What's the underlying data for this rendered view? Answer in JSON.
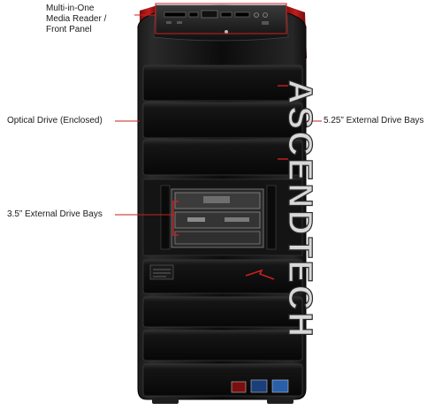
{
  "labels": {
    "media_reader_line1": "Multi-in-One",
    "media_reader_line2": "Media Reader /",
    "media_reader_line3": "Front Panel",
    "optical_drive": "Optical Drive (Enclosed)",
    "external_525": "5.25” External Drive Bays",
    "external_35": "3.5” External Drive Bays"
  },
  "brand": {
    "name": "ASCENDTECH"
  },
  "colors": {
    "case_black": "#0b0b0b",
    "bezel_red": "#b11a1a",
    "callout_red": "#cc1f1f",
    "label_text": "#1a1a1a"
  }
}
